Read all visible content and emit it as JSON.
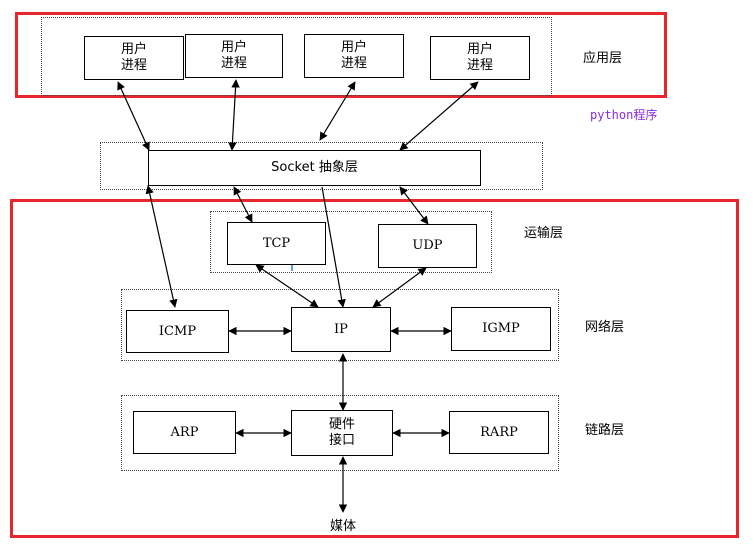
{
  "layers": {
    "application": "应用层",
    "python_note": "python程序",
    "transport": "运输层",
    "network": "网络层",
    "link": "链路层"
  },
  "boxes": {
    "user_process_1": "用户\n进程",
    "user_process_2": "用户\n进程",
    "user_process_3": "用户\n进程",
    "user_process_4": "用户\n进程",
    "socket": "Socket 抽象层",
    "tcp": "TCP",
    "udp": "UDP",
    "icmp": "ICMP",
    "ip": "IP",
    "igmp": "IGMP",
    "arp": "ARP",
    "hardware": "硬件\n接口",
    "rarp": "RARP"
  },
  "media": "媒体",
  "colors": {
    "highlight": "#e8262b",
    "python_note": "#8a2be2"
  }
}
